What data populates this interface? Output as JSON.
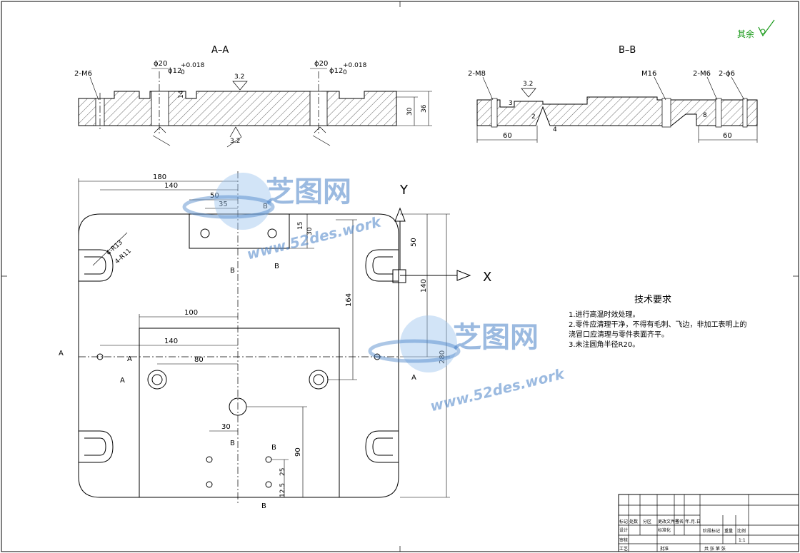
{
  "rough_note": "其余",
  "section_aa": {
    "title": "A–A",
    "thread": "2-M6",
    "dia_a": "ϕ20",
    "dia_b": "ϕ12",
    "tol_upper": "+0.018",
    "tol_lower": "0",
    "dim_30": "30",
    "dim_36": "36",
    "dim_14": "14",
    "rough": "3.2"
  },
  "section_bb": {
    "title": "B–B",
    "thread_left": "2-M8",
    "thread_m16": "M16",
    "thread_right": "2-M6",
    "hole_right": "2-ϕ6",
    "rough": "3.2",
    "dim_left": "60",
    "dim_right": "60",
    "dim_4": "4",
    "dim_r2": "2",
    "dim_3": "3",
    "dim_2": "2",
    "dim_4b": "4",
    "dim_8": "8"
  },
  "plan": {
    "dims": {
      "d180": "180",
      "d140a": "140",
      "d50a": "50",
      "d35": "35",
      "d15": "15",
      "d30": "30",
      "d100": "100",
      "d140b": "140",
      "d80": "80",
      "d164": "164",
      "d50b": "50",
      "d140c": "140",
      "d280": "280",
      "d30b": "30",
      "d90": "90",
      "d25": "25",
      "d12_5": "12.5"
    },
    "radius_outer": "4-R13",
    "radius_inner": "4-R11",
    "axis_x": "X",
    "axis_y": "Y",
    "label_a": "A",
    "label_b": "B"
  },
  "tech": {
    "title": "技术要求",
    "items": [
      "1.进行高温时效处理。",
      "2.零件应清理干净，不得有毛刺、飞边，非加工表明上的",
      "浇冒口应清理与零件表面齐平。",
      "3.未注圆角半径R20。"
    ]
  },
  "watermark": {
    "brand": "芝图网",
    "url_a": "www.52des.work",
    "url_b": "www.52des.work"
  },
  "title_block": {
    "r1": [
      "标记",
      "处数",
      "分区",
      "更改文件号",
      "签名",
      "年.月.日"
    ],
    "r2a": "设计",
    "r2b": "标准化",
    "r3": [
      "阶段标记",
      "重量",
      "比例"
    ],
    "scale": "1:1",
    "r4": [
      "审核"
    ],
    "r5": [
      "工艺",
      "批准"
    ],
    "r6": "共 张 第 张"
  }
}
